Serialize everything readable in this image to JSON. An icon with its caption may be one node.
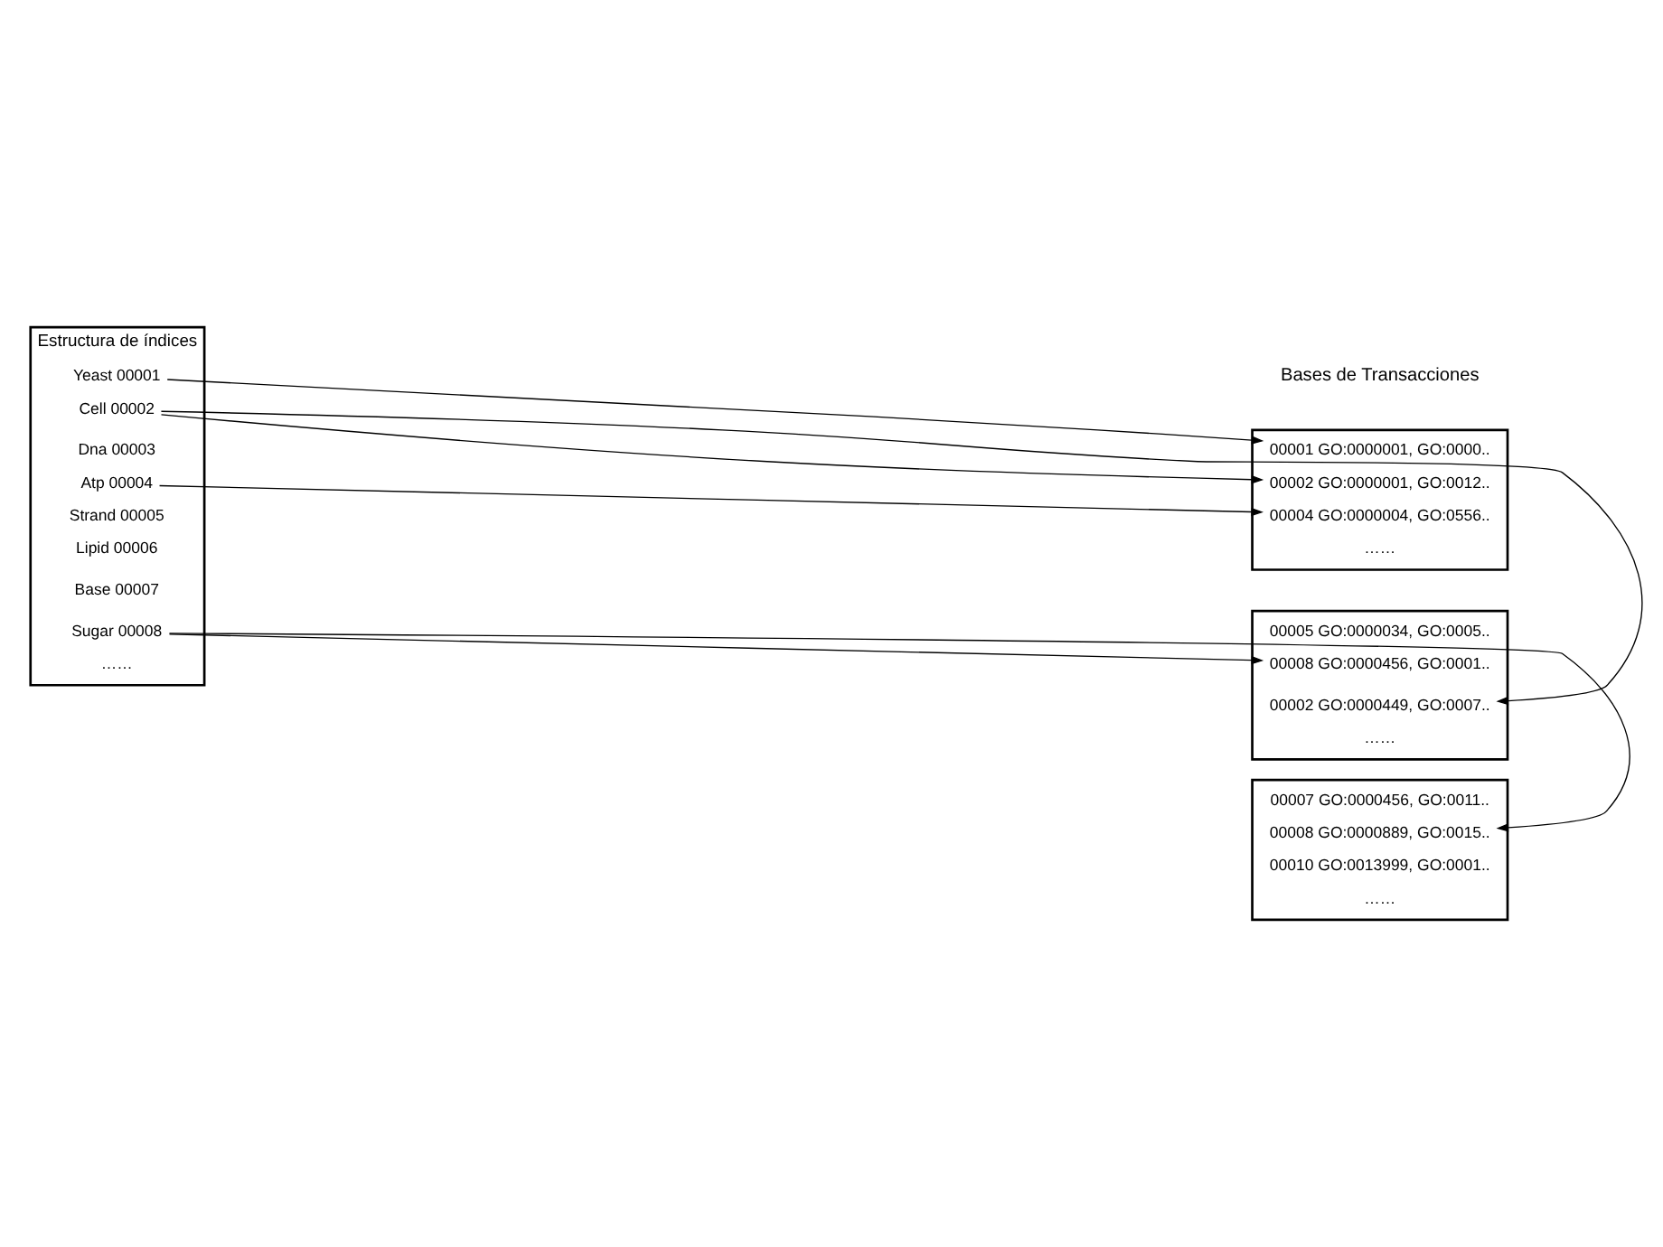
{
  "diagram": {
    "nodes": [
      {
        "text": [
          "Estructura de índices"
        ]
      },
      {
        "text": [
          "Yeast 00001"
        ],
        "in": 0
      },
      {
        "text": [
          "Cell 00002"
        ],
        "in": 0
      },
      {
        "text": [
          "Dna 00003"
        ],
        "in": 0
      },
      {
        "text": [
          "Atp 00004"
        ],
        "in": 0
      },
      {
        "text": [
          "Strand 00005"
        ],
        "in": 0
      },
      {
        "text": [
          "Lipid 00006"
        ],
        "in": 0
      },
      {
        "text": [
          "Base 00007"
        ],
        "in": 0
      },
      {
        "text": [
          "Sugar 00008"
        ],
        "in": 0
      },
      {
        "text": [
          "……"
        ],
        "in": 0
      },
      {
        "text": [],
        "shape": "box"
      },
      {
        "text": [
          "00001 GO:0000001, GO:0000.."
        ],
        "in": 10
      },
      {
        "text": [
          "00002 GO:0000001, GO:0012.."
        ],
        "in": 10
      },
      {
        "text": [
          "00004 GO:0000004, GO:0556.."
        ],
        "in": 10
      },
      {
        "text": [
          "……"
        ],
        "in": 10
      },
      {
        "text": [],
        "shape": "box"
      },
      {
        "text": [
          "00005 GO:0000034, GO:0005.."
        ],
        "in": 15
      },
      {
        "text": [
          "00008 GO:0000456, GO:0001.."
        ],
        "in": 15
      },
      {
        "text": [
          "00002 GO:0000449, GO:0007.."
        ],
        "in": 15
      },
      {
        "text": [
          "……"
        ],
        "in": 15
      },
      {
        "text": [],
        "shape": "box"
      },
      {
        "text": [
          "00007 GO:0000456, GO:0011.."
        ],
        "in": 20
      },
      {
        "text": [
          "00008 GO:0000889, GO:0015.."
        ],
        "in": 20
      },
      {
        "text": [
          "00010 GO:0013999, GO:0001.."
        ],
        "in": 20
      },
      {
        "text": [
          "……"
        ],
        "in": 20
      }
    ],
    "edges": [
      {
        "from": 1,
        "to": 11,
        "arrow": "to"
      },
      {
        "from": 2,
        "to": 12,
        "arrow": "to"
      },
      {
        "from": 4,
        "to": 13,
        "arrow": "to"
      },
      {
        "from": 2,
        "to": 18,
        "arrow": "to"
      },
      {
        "from": 8,
        "to": 17,
        "arrow": "to"
      },
      {
        "from": 8,
        "to": 22,
        "arrow": "to"
      }
    ],
    "labels": [
      "Bases de Transacciones"
    ]
  }
}
